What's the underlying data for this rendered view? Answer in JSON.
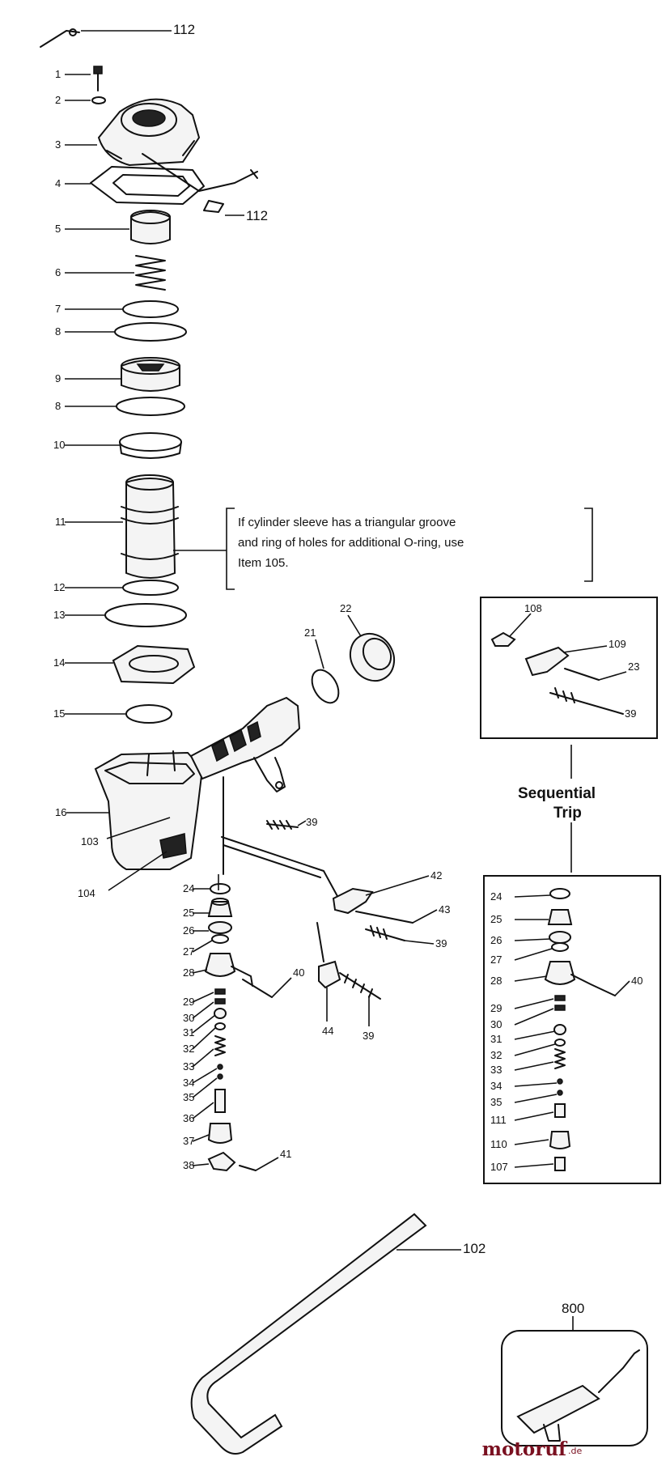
{
  "note": {
    "line1": "If cylinder sleeve has a triangular groove",
    "line2": "and ring of holes for additional O-ring, use",
    "line3": "Item 105."
  },
  "inset_heading": {
    "line1": "Sequential",
    "line2": "Trip"
  },
  "brand": {
    "name": "motoruf",
    "domain": ".de"
  },
  "callouts": {
    "main": [
      "112",
      "1",
      "2",
      "3",
      "4",
      "112",
      "5",
      "6",
      "7",
      "8",
      "9",
      "8",
      "10",
      "11",
      "12",
      "13",
      "14",
      "15",
      "16",
      "103",
      "104",
      "21",
      "22",
      "39",
      "24",
      "25",
      "26",
      "27",
      "28",
      "29",
      "30",
      "31",
      "32",
      "33",
      "34",
      "35",
      "36",
      "37",
      "38",
      "40",
      "41",
      "42",
      "43",
      "39",
      "44",
      "39",
      "102",
      "800"
    ],
    "top_inset": [
      "108",
      "109",
      "23",
      "39"
    ],
    "bottom_inset": [
      "24",
      "25",
      "26",
      "27",
      "28",
      "40",
      "29",
      "30",
      "31",
      "32",
      "33",
      "34",
      "35",
      "111",
      "110",
      "107"
    ]
  }
}
